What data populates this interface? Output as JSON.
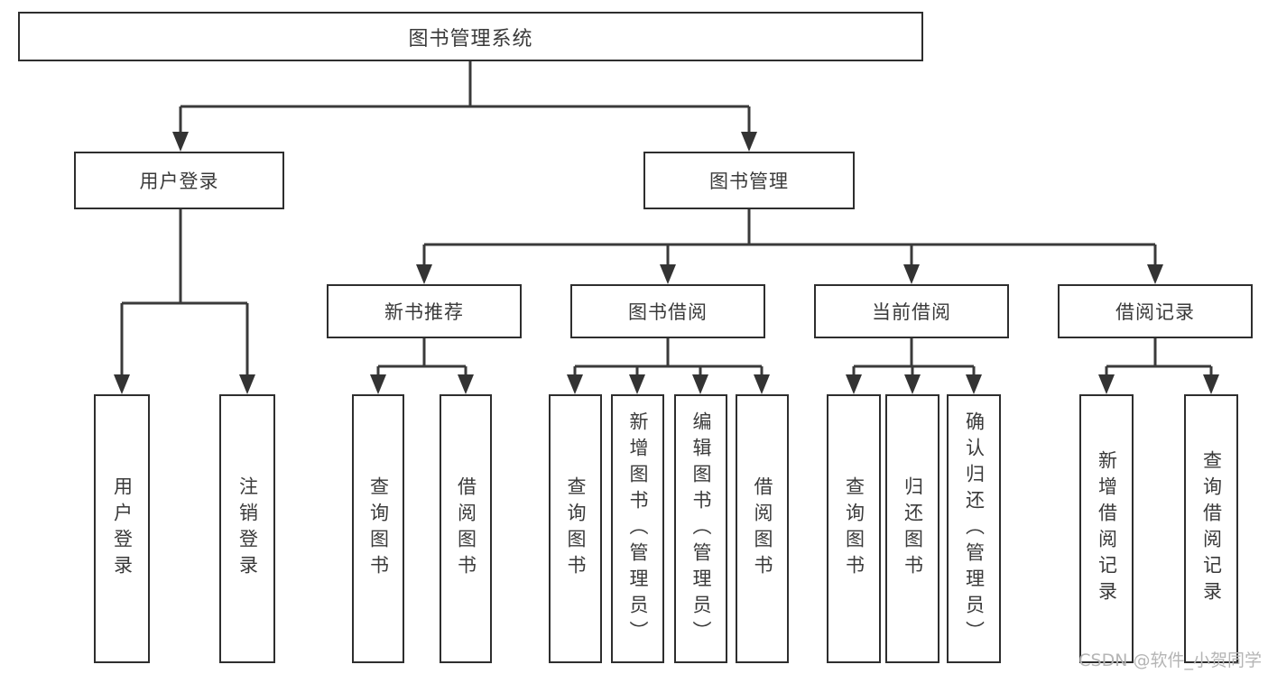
{
  "diagram": {
    "type": "tree",
    "root": {
      "label": "图书管理系统"
    },
    "branches": [
      {
        "label": "用户登录",
        "children": [
          {
            "label": "用户登录"
          },
          {
            "label": "注销登录"
          }
        ]
      },
      {
        "label": "图书管理",
        "children": [
          {
            "label": "新书推荐",
            "children": [
              {
                "label": "查询图书"
              },
              {
                "label": "借阅图书"
              }
            ]
          },
          {
            "label": "图书借阅",
            "children": [
              {
                "label": "查询图书"
              },
              {
                "label": "新增图书（管理员）"
              },
              {
                "label": "编辑图书（管理员）"
              },
              {
                "label": "借阅图书"
              }
            ]
          },
          {
            "label": "当前借阅",
            "children": [
              {
                "label": "查询图书"
              },
              {
                "label": "归还图书"
              },
              {
                "label": "确认归还（管理员）"
              }
            ]
          },
          {
            "label": "借阅记录",
            "children": [
              {
                "label": "新增借阅记录"
              },
              {
                "label": "查询借阅记录"
              }
            ]
          }
        ]
      }
    ]
  },
  "colors": {
    "line": "#3a3a3a",
    "box_border": "#2e2e2e",
    "text": "#3a3a3a",
    "watermark": "#b5b5b5",
    "background": "#ffffff"
  },
  "watermark": {
    "text": "CSDN @软件_小贺同学"
  }
}
